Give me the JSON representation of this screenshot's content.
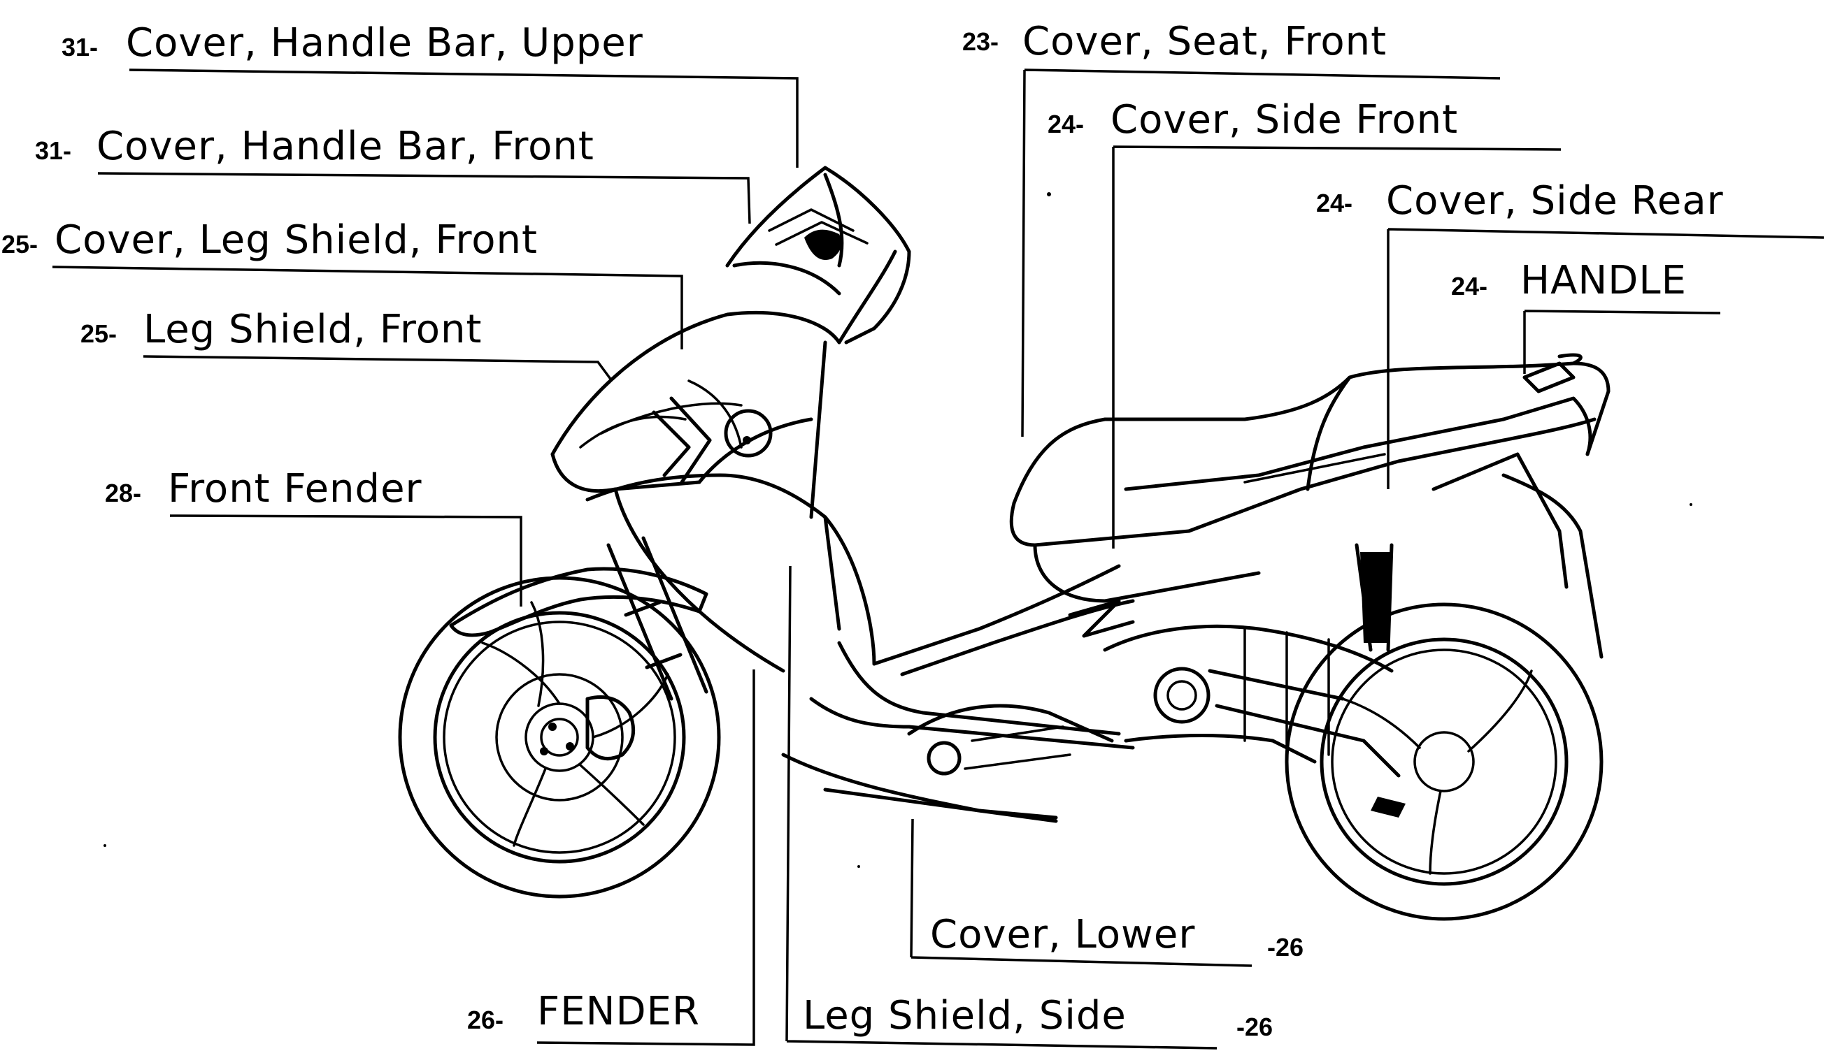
{
  "diagram": {
    "callouts": [
      {
        "id": "cover-handle-bar-upper",
        "number": "31-",
        "label": "Cover, Handle Bar, Upper"
      },
      {
        "id": "cover-handle-bar-front",
        "number": "31-",
        "label": "Cover, Handle Bar, Front"
      },
      {
        "id": "cover-leg-shield-front",
        "number": "25-",
        "label": "Cover, Leg Shield, Front"
      },
      {
        "id": "leg-shield-front",
        "number": "25-",
        "label": "Leg Shield, Front"
      },
      {
        "id": "front-fender",
        "number": "28-",
        "label": "Front Fender"
      },
      {
        "id": "fender",
        "number": "26-",
        "label": "FENDER"
      },
      {
        "id": "leg-shield-side",
        "number": "-26",
        "label": "Leg Shield, Side"
      },
      {
        "id": "cover-lower",
        "number": "-26",
        "label": "Cover, Lower"
      },
      {
        "id": "cover-seat-front",
        "number": "23-",
        "label": "Cover, Seat, Front"
      },
      {
        "id": "cover-side-front",
        "number": "24-",
        "label": "Cover, Side Front"
      },
      {
        "id": "cover-side-rear",
        "number": "24-",
        "label": "Cover, Side Rear"
      },
      {
        "id": "handle",
        "number": "24-",
        "label": "HANDLE"
      }
    ]
  }
}
